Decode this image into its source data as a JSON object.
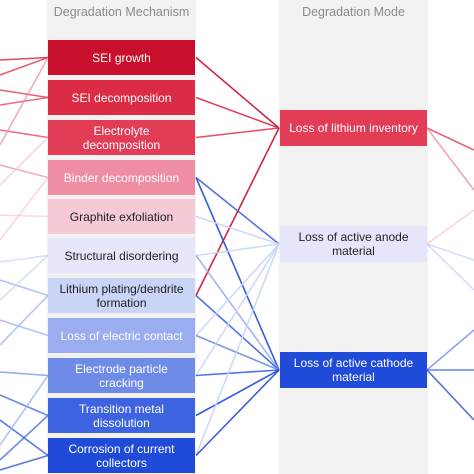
{
  "headers": {
    "mechanism": "Degradation Mechanism",
    "mode": "Degradation Mode"
  },
  "mechanisms": [
    {
      "label": "SEI growth",
      "color": "#c8102e",
      "text_color": "#ffffff"
    },
    {
      "label": "SEI decomposition",
      "color": "#db2b45",
      "text_color": "#ffffff"
    },
    {
      "label": "Electrolyte\ndecomposition",
      "color": "#e23c57",
      "text_color": "#ffffff"
    },
    {
      "label": "Binder decomposition",
      "color": "#ef8ea2",
      "text_color": "#ffffff"
    },
    {
      "label": "Graphite exfoliation",
      "color": "#f6cad5",
      "text_color": "#222222"
    },
    {
      "label": "Structural disordering",
      "color": "#e6e6fa",
      "text_color": "#222222"
    },
    {
      "label": "Lithium plating/dendrite\nformation",
      "color": "#c9d4f7",
      "text_color": "#222222"
    },
    {
      "label": "Loss of electric contact",
      "color": "#99adf0",
      "text_color": "#ffffff"
    },
    {
      "label": "Electrode particle\ncracking",
      "color": "#6e8be8",
      "text_color": "#ffffff"
    },
    {
      "label": "Transition metal\ndissolution",
      "color": "#3d63e0",
      "text_color": "#ffffff"
    },
    {
      "label": "Corrosion of current\ncollectors",
      "color": "#1f4bd8",
      "text_color": "#ffffff"
    }
  ],
  "modes": [
    {
      "label": "Loss of lithium inventory",
      "color": "#e23c57",
      "text_color": "#ffffff"
    },
    {
      "label": "Loss of active anode\nmaterial",
      "color": "#e6e6fa",
      "text_color": "#222222"
    },
    {
      "label": "Loss of active cathode\nmaterial",
      "color": "#1f4bd8",
      "text_color": "#ffffff"
    }
  ]
}
